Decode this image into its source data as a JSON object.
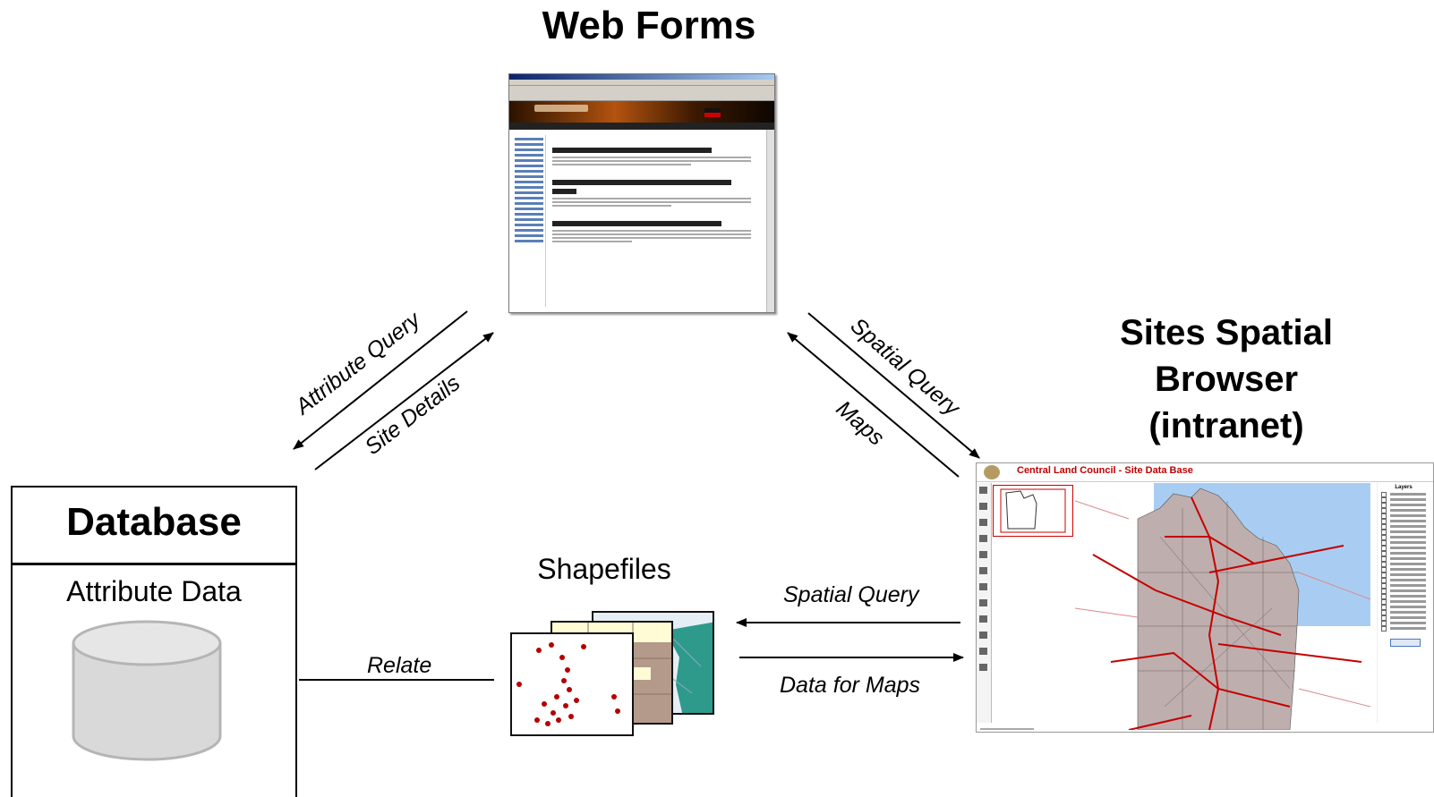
{
  "web_forms": {
    "title": "Web Forms"
  },
  "browser_node": {
    "title_line1": "Sites Spatial",
    "title_line2": "Browser",
    "title_line3": "(intranet)",
    "app_title": "Central Land Council - Site Data Base",
    "layers_title": "Layers"
  },
  "database": {
    "title": "Database",
    "subtitle": "Attribute Data"
  },
  "shapefiles": {
    "title": "Shapefiles"
  },
  "connections": {
    "attribute_query": "Attribute Query",
    "site_details": "Site Details",
    "spatial_query_top": "Spatial Query",
    "maps": "Maps",
    "spatial_query_bottom": "Spatial Query",
    "data_for_maps": "Data for Maps",
    "relate": "Relate"
  },
  "colors": {
    "arrow": "#000000",
    "map_water": "#a9cdf2",
    "map_land": "#bfaeae",
    "map_roads": "#c40000",
    "site_points": "#b30000",
    "browser_title": "#c00000"
  }
}
